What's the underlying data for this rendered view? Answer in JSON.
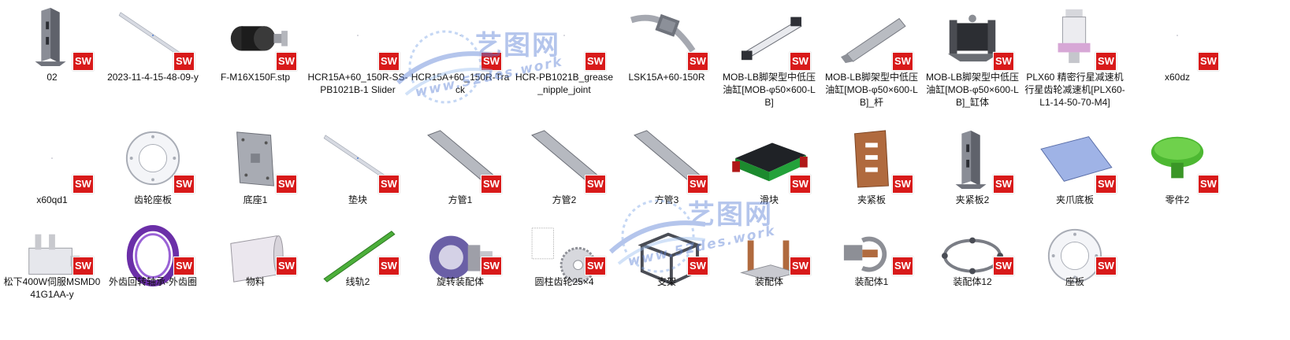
{
  "files": [
    {
      "label": "02",
      "icon": "bracket-part-icon"
    },
    {
      "label": "2023-11-4-15-48-09-y",
      "icon": "long-rail-part-icon"
    },
    {
      "label": "F-M16X150F.stp",
      "icon": "cylinder-knob-part-icon"
    },
    {
      "label": "HCR15A+60_150R-SS-PB1021B-1 Slider",
      "icon": "blank-part-icon"
    },
    {
      "label": "HCR15A+60_150R-Track",
      "icon": "blank-part-icon"
    },
    {
      "label": "HCR-PB1021B_grease_nipple_joint",
      "icon": "blank-part-icon"
    },
    {
      "label": "LSK15A+60-150R",
      "icon": "curved-rail-part-icon"
    },
    {
      "label": "MOB-LB脚架型中低压油缸[MOB-φ50×600-LB]",
      "icon": "hydraulic-cylinder-part-icon"
    },
    {
      "label": "MOB-LB脚架型中低压油缸[MOB-φ50×600-LB]_杆",
      "icon": "rod-part-icon"
    },
    {
      "label": "MOB-LB脚架型中低压油缸[MOB-φ50×600-LB]_缸体",
      "icon": "cylinder-body-part-icon"
    },
    {
      "label": "PLX60 精密行星减速机 行星齿轮减速机[PLX60-L1-14-50-70-M4]",
      "icon": "gear-reducer-part-icon"
    },
    {
      "label": "x60dz",
      "icon": "blank-part-icon"
    },
    {
      "label": "x60qd1",
      "icon": "blank-part-icon"
    },
    {
      "label": "齿轮座板",
      "icon": "ring-plate-part-icon"
    },
    {
      "label": "底座1",
      "icon": "base-plate-part-icon"
    },
    {
      "label": "垫块",
      "icon": "long-rail-part-icon"
    },
    {
      "label": "方管1",
      "icon": "square-tube-part-icon"
    },
    {
      "label": "方管2",
      "icon": "square-tube-part-icon"
    },
    {
      "label": "方管3",
      "icon": "square-tube-part-icon"
    },
    {
      "label": "滑块",
      "icon": "slider-block-part-icon"
    },
    {
      "label": "夹紧板",
      "icon": "clamp-plate-part-icon"
    },
    {
      "label": "夹紧板2",
      "icon": "bracket-part-icon"
    },
    {
      "label": "夹爪底板",
      "icon": "flat-plate-part-icon"
    },
    {
      "label": "零件2",
      "icon": "green-knob-part-icon"
    },
    {
      "label": "松下400W伺服MSMD041G1AA-y",
      "icon": "servo-motor-part-icon"
    },
    {
      "label": "外齿回转轴承-外齿圈",
      "icon": "purple-ring-part-icon"
    },
    {
      "label": "物料",
      "icon": "pipe-part-icon"
    },
    {
      "label": "线轨2",
      "icon": "green-rail-part-icon"
    },
    {
      "label": "旋转装配体",
      "icon": "rotary-assembly-part-icon"
    },
    {
      "label": "圆柱齿轮25×4",
      "icon": "spur-gear-part-icon"
    },
    {
      "label": "支架",
      "icon": "frame-part-icon"
    },
    {
      "label": "装配体",
      "icon": "assembly-part-icon"
    },
    {
      "label": "装配体1",
      "icon": "clamp-assembly-part-icon"
    },
    {
      "label": "装配体12",
      "icon": "ring-assembly-part-icon"
    },
    {
      "label": "座板",
      "icon": "ring-plate-part-icon"
    }
  ],
  "badge_text": "SW",
  "watermark": {
    "title": "艺图网",
    "url": "www.52des.work"
  },
  "colors": {
    "badge": "#d81a1a",
    "watermark": "#5b7fd6"
  }
}
